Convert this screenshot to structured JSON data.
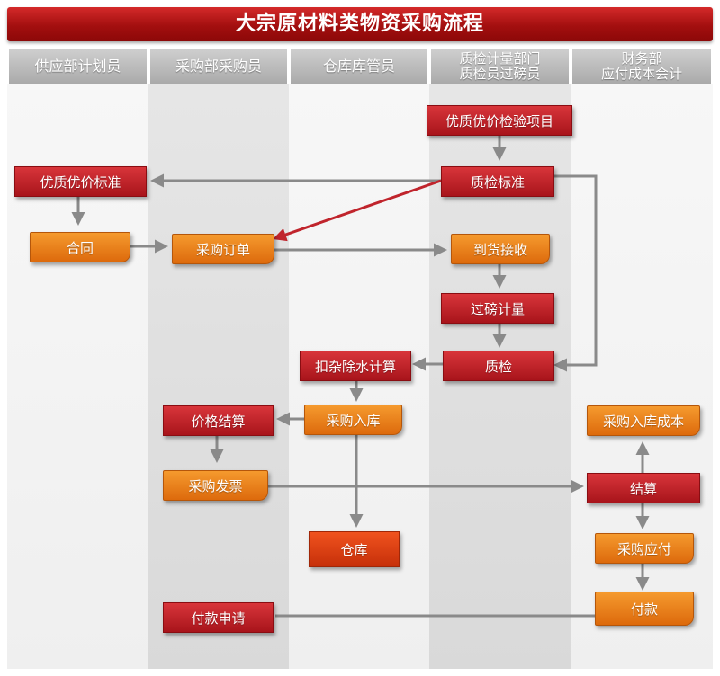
{
  "title": "大宗原材料类物资采购流程",
  "lanes": [
    {
      "lines": [
        "供应部计划员"
      ]
    },
    {
      "lines": [
        "采购部采购员"
      ]
    },
    {
      "lines": [
        "仓库库管员"
      ]
    },
    {
      "lines": [
        "质检计量部门",
        "质检员过磅员"
      ]
    },
    {
      "lines": [
        "财务部",
        "应付成本会计"
      ]
    }
  ],
  "nodes": {
    "quality_project": "优质优价检验项目",
    "quality_standard": "质检标准",
    "quality_price_standard": "优质优价标准",
    "contract": "合同",
    "purchase_order": "采购订单",
    "arrival_receipt": "到货接收",
    "weighing": "过磅计量",
    "inspection": "质检",
    "deduction_calc": "扣杂除水计算",
    "purchase_warehousing": "采购入库",
    "price_settlement": "价格结算",
    "purchase_invoice": "采购发票",
    "warehouse": "仓库",
    "warehousing_cost": "采购入库成本",
    "settlement": "结算",
    "payable": "采购应付",
    "payment": "付款",
    "payment_request": "付款申请"
  },
  "colors": {
    "title_red": "#a30f0f",
    "node_red": "#c0202a",
    "node_orange": "#ee8320",
    "arrow_gray": "#8a8a8a",
    "arrow_red": "#c0242c"
  }
}
